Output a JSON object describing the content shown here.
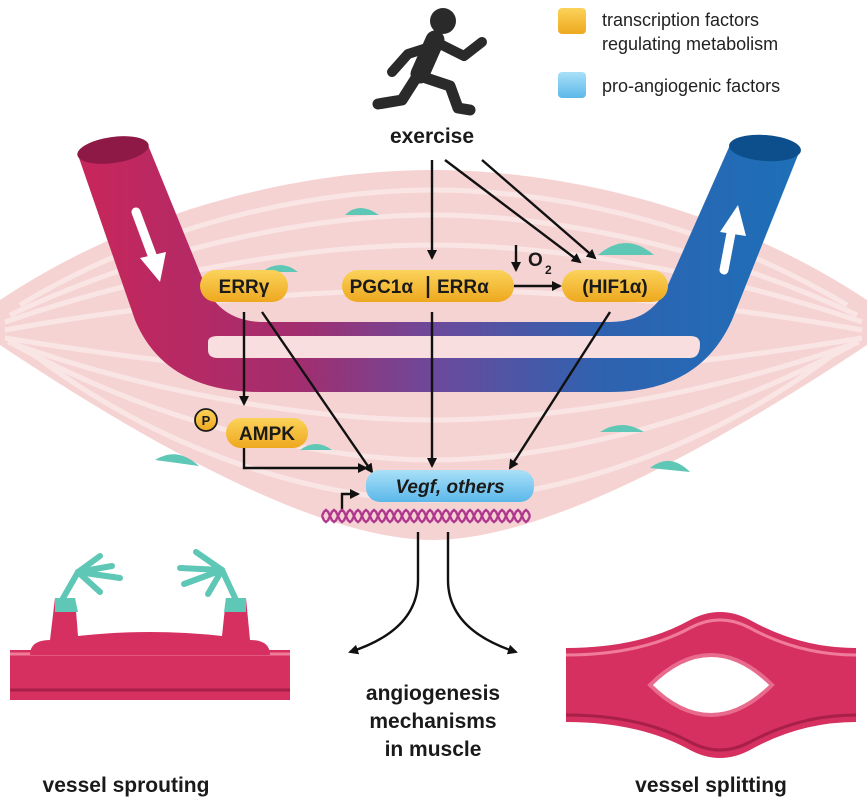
{
  "legend": {
    "items": [
      {
        "lines": [
          "transcription factors",
          "regulating metabolism"
        ],
        "color": "#f3b62e"
      },
      {
        "lines": [
          "pro-angiogenic factors"
        ],
        "color": "#6fc3ee"
      }
    ]
  },
  "nodes": {
    "exercise": "exercise",
    "err_gamma": "ERRγ",
    "pgc1a": "PGC1α",
    "erra": "ERRα",
    "hif1a": "(HIF1α)",
    "ampk": "AMPK",
    "phospho": "P",
    "vegf": "Vegf, others",
    "o2": "O",
    "o2_sub": "2"
  },
  "outputs": {
    "angiogenesis": [
      "angiogenesis",
      "mechanisms",
      "in muscle"
    ],
    "sprouting": "vessel sprouting",
    "splitting": "vessel splitting"
  },
  "colors": {
    "transcription_factor": "#f3b62e",
    "pro_angiogenic": "#6fc3ee",
    "artery": "#c8265a",
    "vein": "#1d6fb8",
    "muscle": "#f6d3d3",
    "endothelial_tip": "#5ec7b5",
    "dna": "#b0398f"
  },
  "icons": [
    "runner-icon",
    "arrow-down-icon",
    "arrow-up-icon",
    "dna-icon"
  ]
}
